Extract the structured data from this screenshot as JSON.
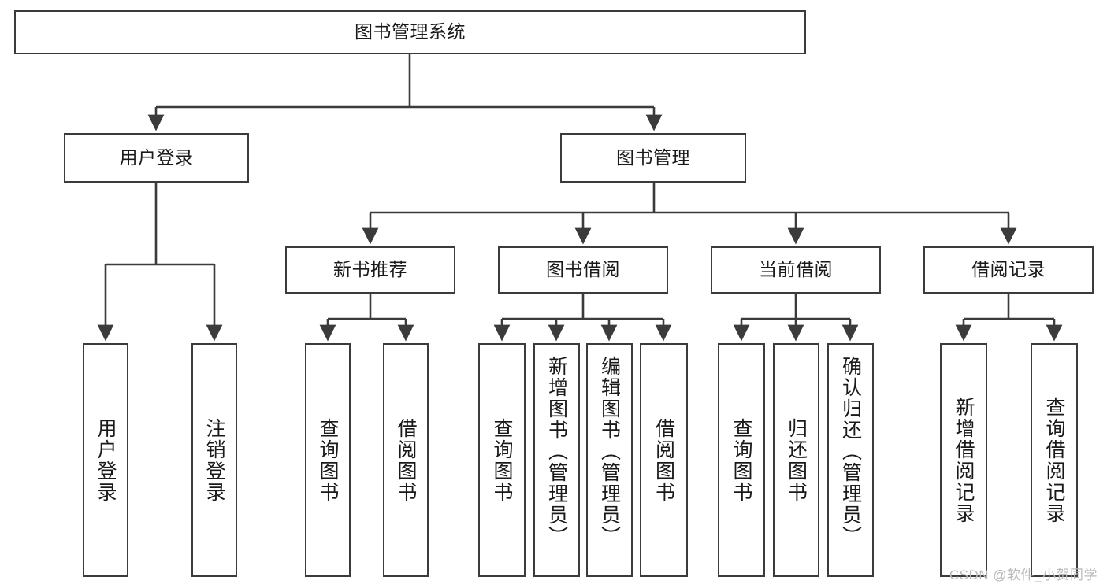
{
  "diagram": {
    "title": "图书管理系统",
    "type": "tree",
    "watermark": "CSDN @软件_小贺同学",
    "colors": {
      "box_border": "#3b3b3b",
      "box_fill": "#ffffff",
      "edge": "#3b3b3b",
      "text": "#1a1a1a",
      "watermark": "#b9b9b9"
    },
    "root": {
      "id": "root",
      "label": "图书管理系统",
      "orientation": "horizontal"
    },
    "level2": [
      {
        "id": "user-login",
        "label": "用户登录",
        "orientation": "horizontal"
      },
      {
        "id": "book-manage",
        "label": "图书管理",
        "orientation": "horizontal"
      }
    ],
    "level3": [
      {
        "id": "new-book-recommend",
        "label": "新书推荐",
        "orientation": "horizontal",
        "parent": "book-manage"
      },
      {
        "id": "book-borrow",
        "label": "图书借阅",
        "orientation": "horizontal",
        "parent": "book-manage"
      },
      {
        "id": "current-borrow",
        "label": "当前借阅",
        "orientation": "horizontal",
        "parent": "book-manage"
      },
      {
        "id": "borrow-record",
        "label": "借阅记录",
        "orientation": "horizontal",
        "parent": "book-manage"
      }
    ],
    "leaves": [
      {
        "id": "leaf-user-login",
        "label": "用户登录",
        "orientation": "vertical",
        "parent": "user-login"
      },
      {
        "id": "leaf-user-logout",
        "label": "注销登录",
        "orientation": "vertical",
        "parent": "user-login"
      },
      {
        "id": "leaf-query-book-1",
        "label": "查询图书",
        "orientation": "vertical",
        "parent": "new-book-recommend"
      },
      {
        "id": "leaf-borrow-book-1",
        "label": "借阅图书",
        "orientation": "vertical",
        "parent": "new-book-recommend"
      },
      {
        "id": "leaf-query-book-2",
        "label": "查询图书",
        "orientation": "vertical",
        "parent": "book-borrow"
      },
      {
        "id": "leaf-add-book",
        "label": "新增图书（管理员）",
        "orientation": "vertical",
        "parent": "book-borrow"
      },
      {
        "id": "leaf-edit-book",
        "label": "编辑图书（管理员）",
        "orientation": "vertical",
        "parent": "book-borrow"
      },
      {
        "id": "leaf-borrow-book-2",
        "label": "借阅图书",
        "orientation": "vertical",
        "parent": "book-borrow"
      },
      {
        "id": "leaf-query-book-3",
        "label": "查询图书",
        "orientation": "vertical",
        "parent": "current-borrow"
      },
      {
        "id": "leaf-return-book",
        "label": "归还图书",
        "orientation": "vertical",
        "parent": "current-borrow"
      },
      {
        "id": "leaf-confirm-return",
        "label": "确认归还（管理员）",
        "orientation": "vertical",
        "parent": "current-borrow"
      },
      {
        "id": "leaf-add-record",
        "label": "新增借阅记录",
        "orientation": "vertical",
        "parent": "borrow-record"
      },
      {
        "id": "leaf-query-record",
        "label": "查询借阅记录",
        "orientation": "vertical",
        "parent": "borrow-record"
      }
    ]
  }
}
